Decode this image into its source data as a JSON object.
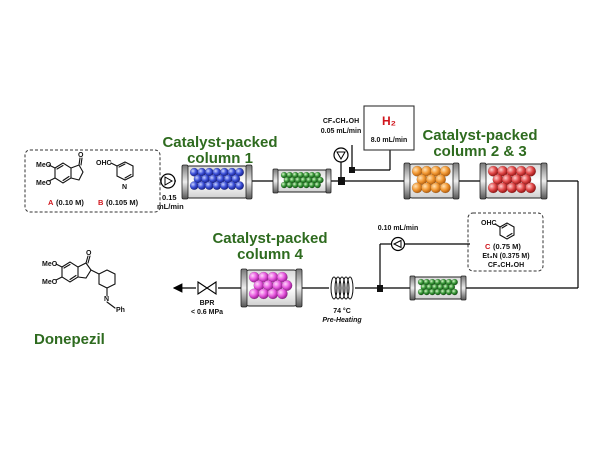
{
  "reactants": {
    "a_label": "A",
    "a_conc": "(0.10 M)",
    "b_label": "B",
    "b_conc": "(0.105 M)",
    "a_substituent_1": "MeO",
    "a_substituent_2": "MeO",
    "a_carbonyl": "O",
    "b_aldehyde": "OHC",
    "b_ring_atom": "N"
  },
  "pump_main": {
    "flow_value": "0.15",
    "flow_unit": "mL/min"
  },
  "column1": {
    "title_line1": "Catalyst-packed",
    "title_line2": "column 1"
  },
  "solvent_feed": {
    "solvent": "CF₃CH₂OH",
    "flow": "0.05 mL/min"
  },
  "hydrogen": {
    "label": "H₂",
    "flow": "8.0 mL/min"
  },
  "column23": {
    "title_line1": "Catalyst-packed",
    "title_line2": "column 2 & 3"
  },
  "reagent_c": {
    "aldehyde": "OHC",
    "label": "C",
    "conc": "(0.75 M)",
    "base": "Et₃N (0.375 M)",
    "solvent": "CF₃CH₂OH",
    "flow": "0.10 mL/min"
  },
  "column4": {
    "title_line1": "Catalyst-packed",
    "title_line2": "column 4"
  },
  "preheat": {
    "temp": "74 °C",
    "label": "Pre-Heating"
  },
  "bpr": {
    "label": "BPR",
    "pressure": "< 0.6 MPa"
  },
  "product": {
    "name": "Donepezil",
    "substituent_1": "MeO",
    "substituent_2": "MeO",
    "carbonyl": "O",
    "amine": "N",
    "benzyl": "Ph"
  },
  "colors": {
    "title_green": "#2e6b1f",
    "label_red": "#d0141b",
    "column1_beads": "#3b4fd8",
    "column_small_beads": "#3a9a3a",
    "column2_beads": "#f39a35",
    "column3_beads": "#e34b4b",
    "column4_beads": "#e85be0"
  }
}
